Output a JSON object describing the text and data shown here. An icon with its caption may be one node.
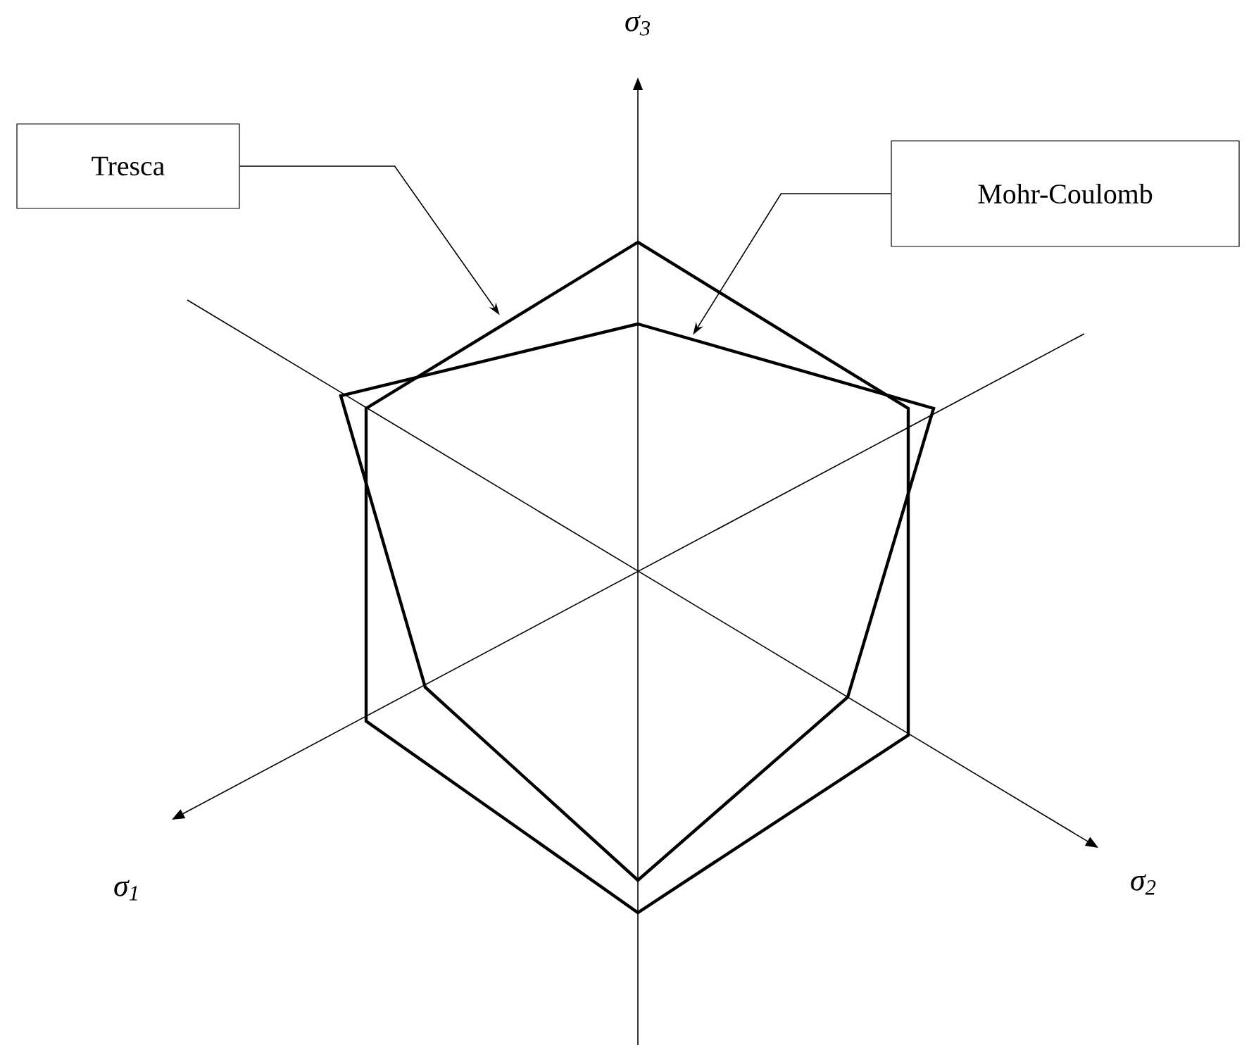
{
  "diagram": {
    "nodes": [
      {
        "text": [
          "Tresca"
        ]
      },
      {
        "text": [
          "Mohr-Coulomb"
        ]
      },
      {
        "text": [],
        "shape": "hexagon"
      },
      {
        "text": [],
        "shape": "hexagon"
      }
    ],
    "edges": [
      {
        "from": 0,
        "to": 2,
        "arrow": "to"
      },
      {
        "from": 1,
        "to": 3,
        "arrow": "to"
      }
    ],
    "labels": [
      "σ$_{3}$",
      "σ$_{1}$",
      "σ$_{2}$"
    ]
  }
}
